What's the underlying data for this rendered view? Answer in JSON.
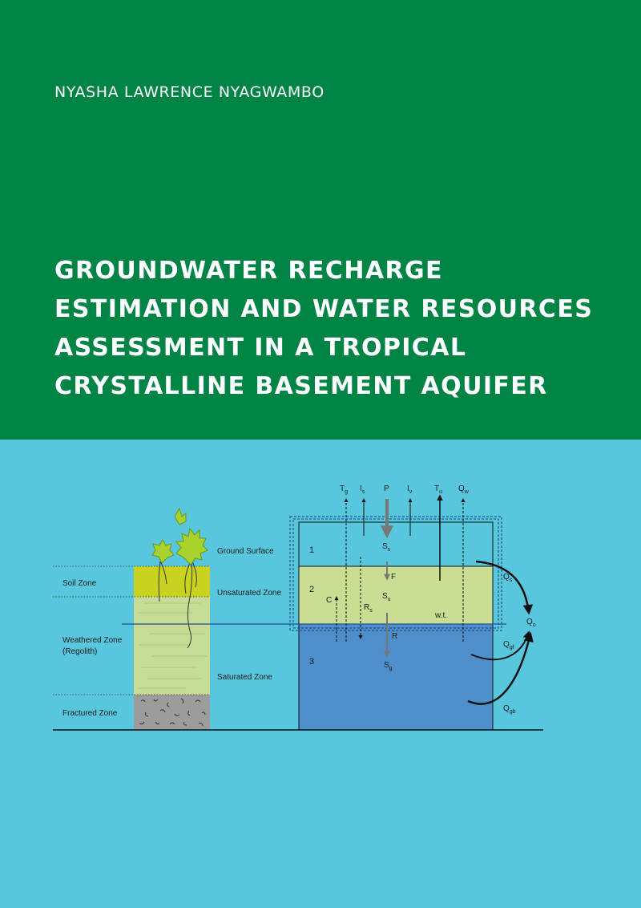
{
  "author": "NYASHA LAWRENCE NYAGWAMBO",
  "title_lines": [
    "GROUNDWATER RECHARGE",
    "ESTIMATION AND WATER RESOURCES",
    "ASSESSMENT IN A TROPICAL",
    "CRYSTALLINE BASEMENT AQUIFER"
  ],
  "colors": {
    "top_band": "#008445",
    "bottom_band": "#58c6dc",
    "soil_zone": "#c8d21f",
    "unsaturated": "#c9dd93",
    "saturated_store": "#4e8fcb",
    "fractured": "#9a9a9a"
  },
  "diagram": {
    "profile_labels": {
      "soil_zone": "Soil Zone",
      "weathered_zone": "Weathered Zone",
      "regolith": "(Regolith)",
      "fractured_zone": "Fractured Zone",
      "ground_surface": "Ground Surface",
      "unsaturated_zone": "Unsaturated Zone",
      "saturated_zone": "Saturated Zone"
    },
    "fluxes": {
      "tg": {
        "main": "T",
        "sub": "g"
      },
      "is": {
        "main": "I",
        "sub": "s"
      },
      "p": {
        "main": "P",
        "sub": ""
      },
      "iv": {
        "main": "I",
        "sub": "v"
      },
      "tu": {
        "main": "T",
        "sub": "u"
      },
      "qw": {
        "main": "Q",
        "sub": "w"
      },
      "f": {
        "main": "F",
        "sub": ""
      },
      "c": {
        "main": "C",
        "sub": ""
      },
      "rs": {
        "main": "R",
        "sub": "s"
      },
      "r": {
        "main": "R",
        "sub": ""
      },
      "qs": {
        "main": "Q",
        "sub": "s"
      },
      "qo": {
        "main": "Q",
        "sub": "o"
      },
      "qgf": {
        "main": "Q",
        "sub": "gf"
      },
      "qgb": {
        "main": "Q",
        "sub": "gb"
      }
    },
    "stores": {
      "ss": {
        "main": "S",
        "sub": "s"
      },
      "su": {
        "main": "S",
        "sub": "u"
      },
      "sg": {
        "main": "S",
        "sub": "g"
      }
    },
    "store_numbers": [
      "1",
      "2",
      "3"
    ],
    "water_table_label": "w.t."
  }
}
